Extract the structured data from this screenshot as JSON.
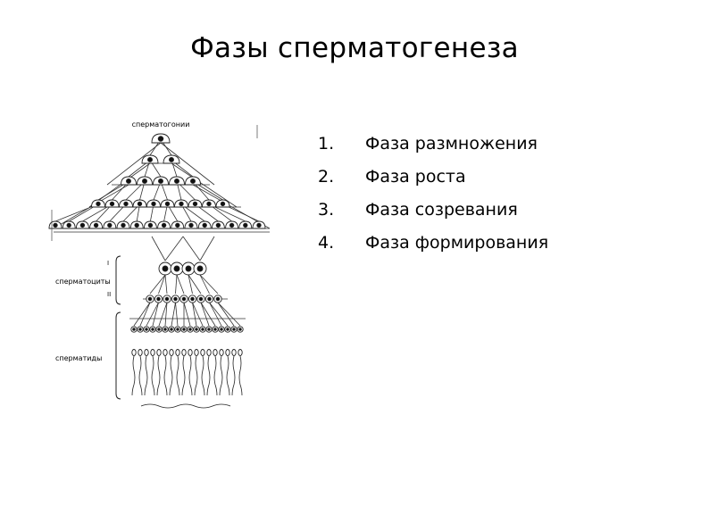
{
  "slide": {
    "title": "Фазы сперматогенеза"
  },
  "diagram": {
    "labels": {
      "spermatogonia": "сперматогонии",
      "spermatocytes": "сперматоциты",
      "spermatids": "сперматиды",
      "order_1": "I",
      "order_2": "II"
    }
  },
  "phases": [
    {
      "num": "1.",
      "label": "Фаза размножения"
    },
    {
      "num": "2.",
      "label": "Фаза роста"
    },
    {
      "num": "3.",
      "label": "Фаза созревания"
    },
    {
      "num": "4.",
      "label": "Фаза формирования"
    }
  ]
}
